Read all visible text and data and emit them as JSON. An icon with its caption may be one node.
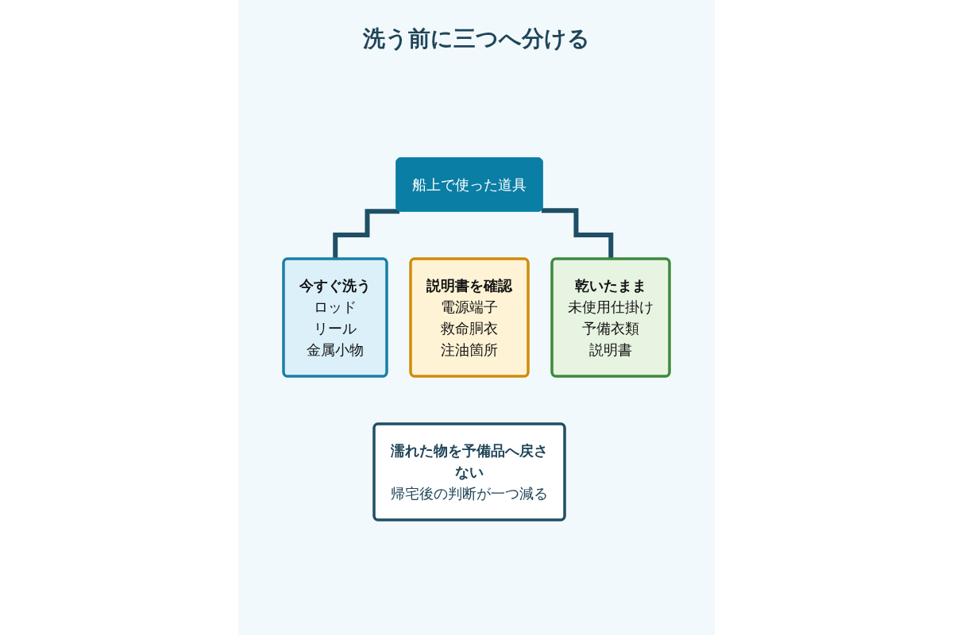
{
  "diagram": {
    "title": "洗う前に三つへ分ける",
    "nodes": [
      {
        "text": [
          "船上で使った道具"
        ]
      },
      {
        "text": [
          "今すぐ洗う",
          "ロッド",
          "リール",
          "金属小物"
        ]
      },
      {
        "text": [
          "説明書を確認",
          "電源端子",
          "救命胴衣",
          "注油箇所"
        ]
      },
      {
        "text": [
          "乾いたまま",
          "未使用仕掛け",
          "予備衣類",
          "説明書"
        ]
      },
      {
        "text": [
          "濡れた物を予備品へ戻さない",
          "帰宅後の判断が一つ減る"
        ]
      }
    ],
    "edges": [
      {
        "from": 0,
        "to": 1,
        "arrow": "none"
      },
      {
        "from": 0,
        "to": 3,
        "arrow": "none"
      }
    ]
  }
}
